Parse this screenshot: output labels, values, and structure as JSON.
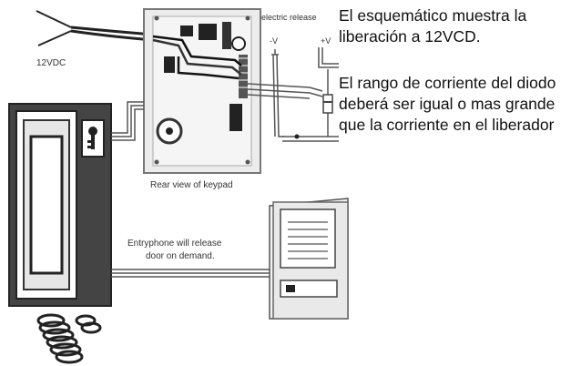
{
  "diagram": {
    "supply_label": "12VDC",
    "release_label": "electric release",
    "neg_label": "-V",
    "pos_label": "+V",
    "keypad_caption": "Rear view of keypad",
    "entryphone_caption_line1": "Entryphone will release",
    "entryphone_caption_line2": "door on demand."
  },
  "notes": {
    "note1": "El esquemático muestra la liberación a 12VCD.",
    "note2": "El rango de corriente del diodo deberá ser igual o mas grande que la corriente en el liberador"
  }
}
